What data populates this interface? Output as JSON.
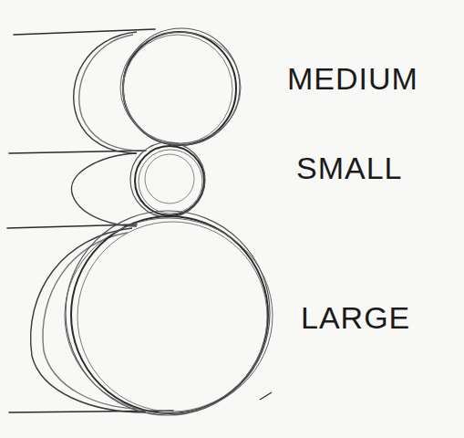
{
  "diagram": {
    "labels": [
      "MEDIUM",
      "SMALL",
      "LARGE"
    ]
  }
}
